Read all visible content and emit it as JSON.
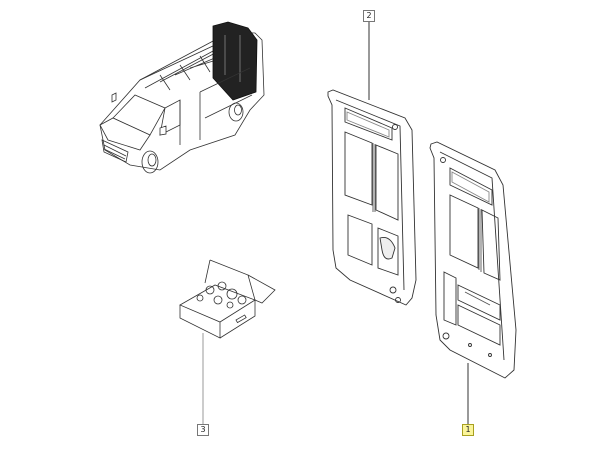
{
  "diagram": {
    "type": "exploded-parts-diagram",
    "background": "#ffffff",
    "highlight_color": "#fbf59a",
    "parts": [
      {
        "ref": "1",
        "name": "rear-door-right",
        "highlighted": true
      },
      {
        "ref": "2",
        "name": "rear-door-left",
        "highlighted": false
      },
      {
        "ref": "3",
        "name": "fittings-kit-box",
        "highlighted": false
      }
    ],
    "callouts": {
      "c1": "1",
      "c2": "2",
      "c3": "3"
    },
    "overview": "van-with-rear-doors-highlighted"
  }
}
